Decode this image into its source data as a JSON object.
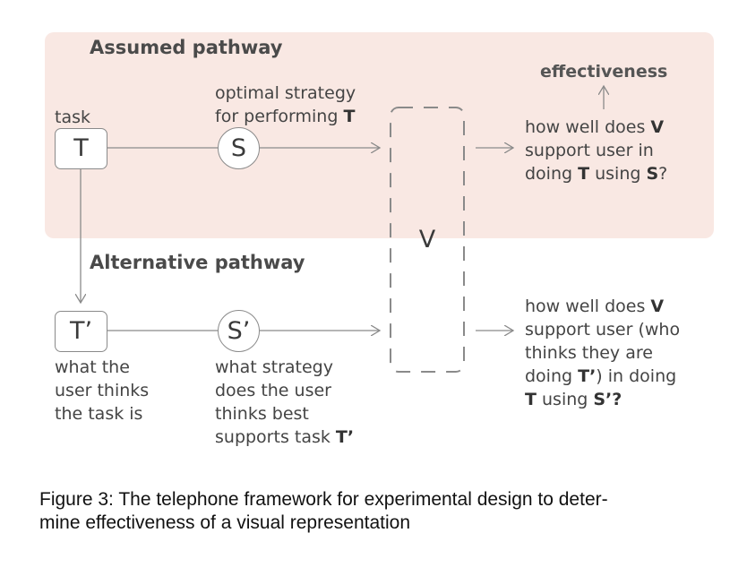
{
  "assumed": {
    "heading": "Assumed pathway",
    "task_label": "task",
    "task_node": "T",
    "strategy_label_line1": "optimal strategy",
    "strategy_label_line2_pre": "for performing ",
    "strategy_label_line2_bold": "T",
    "strategy_node": "S",
    "question": {
      "l1_pre": "how well does ",
      "l1_bold": "V",
      "l2": "support user in",
      "l3_pre": "doing ",
      "l3_bold1": "T",
      "l3_mid": " using ",
      "l3_bold2": "S",
      "l3_post": "?"
    },
    "outcome": "effectiveness"
  },
  "alternative": {
    "heading": "Alternative pathway",
    "task_node": "T’",
    "task_label_lines": [
      "what the",
      "user thinks",
      "the task is"
    ],
    "strategy_node": "S’",
    "strategy_label_lines": [
      "what strategy",
      "does the user",
      "thinks best"
    ],
    "strategy_label_last_pre": "supports task ",
    "strategy_label_last_bold": "T’",
    "question": {
      "l1_pre": "how well does ",
      "l1_bold": "V",
      "l2": "support user (who",
      "l3": "thinks they are",
      "l4_pre": "doing ",
      "l4_bold": "T’",
      "l4_post": ") in doing",
      "l5_bold1": "T",
      "l5_mid": " using ",
      "l5_bold2": "S’?"
    }
  },
  "visualization_node": "V",
  "caption": {
    "line1": "Figure 3: The telephone framework for experimental design to deter-",
    "line2": "mine effectiveness of a visual representation"
  },
  "colors": {
    "assumed_band": "#f9e8e3",
    "stroke": "#8a8a8a",
    "text": "#3a3a3a"
  }
}
